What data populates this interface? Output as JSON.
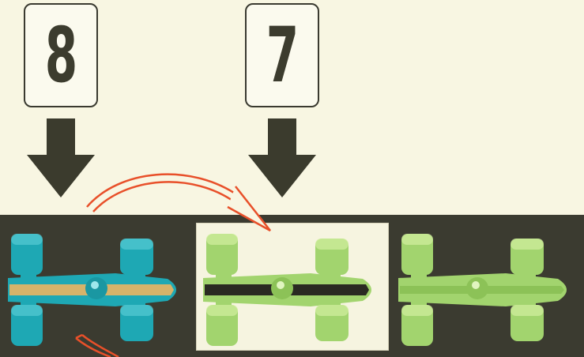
{
  "cards": [
    {
      "value": "8"
    },
    {
      "value": "7"
    }
  ],
  "pieces": [
    {
      "icon": "race-car-icon",
      "color": "teal",
      "body": "#1ea8b4",
      "stripe": "#d6b36a"
    },
    {
      "icon": "race-car-icon",
      "color": "light-green",
      "body": "#a2d46e",
      "stripe": "#2a2a22"
    },
    {
      "icon": "race-car-icon",
      "color": "light-green",
      "body": "#a2d46e",
      "stripe": null
    }
  ],
  "colors": {
    "background": "#f8f6e2",
    "track": "#3b3b30",
    "arrow": "#3b3b2d",
    "move_arrow": "#e8502a"
  }
}
